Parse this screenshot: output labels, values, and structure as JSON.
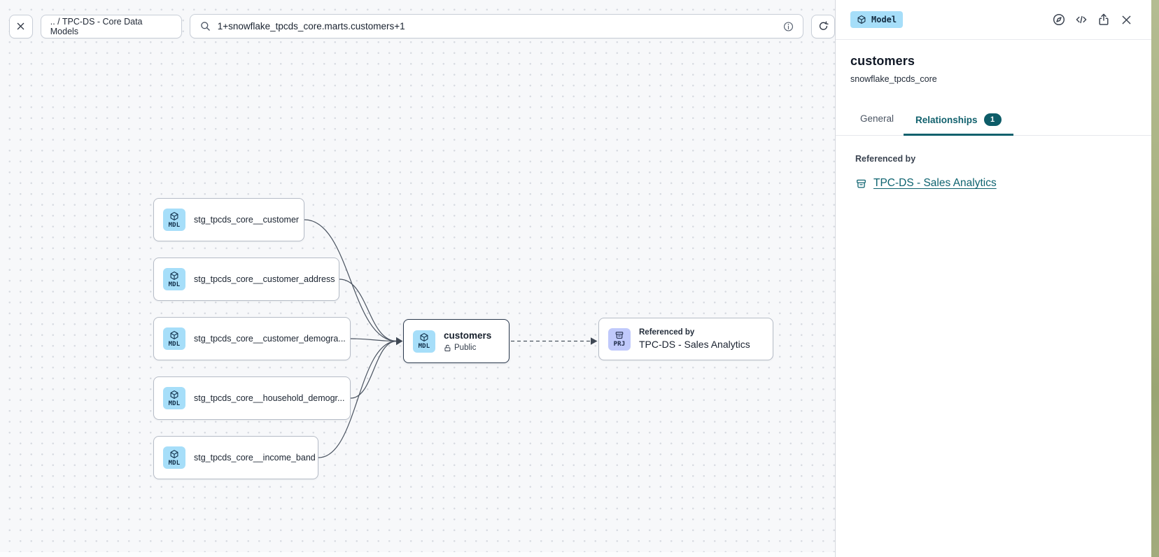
{
  "toolbar": {
    "breadcrumb": ".. / TPC-DS - Core Data Models",
    "search_value": "1+snowflake_tpcds_core.marts.customers+1"
  },
  "graph": {
    "sources": [
      {
        "type": "MDL",
        "label": "stg_tpcds_core__customer"
      },
      {
        "type": "MDL",
        "label": "stg_tpcds_core__customer_address"
      },
      {
        "type": "MDL",
        "label": "stg_tpcds_core__customer_demogra..."
      },
      {
        "type": "MDL",
        "label": "stg_tpcds_core__household_demogr..."
      },
      {
        "type": "MDL",
        "label": "stg_tpcds_core__income_band"
      }
    ],
    "selected": {
      "type": "MDL",
      "label": "customers",
      "access": "Public"
    },
    "target": {
      "type": "PRJ",
      "kicker": "Referenced by",
      "label": "TPC-DS - Sales Analytics"
    }
  },
  "panel": {
    "type_badge": "Model",
    "title": "customers",
    "subtitle": "snowflake_tpcds_core",
    "tabs": {
      "general": "General",
      "relationships": "Relationships",
      "relationships_count": "1"
    },
    "referenced_by": {
      "label": "Referenced by",
      "link": "TPC-DS - Sales Analytics"
    }
  },
  "colors": {
    "accent_teal": "#11616d",
    "count_badge_bg": "#0d5c68",
    "model_icon_bg": "#a6def9",
    "project_icon_bg": "#c0c9fb",
    "edge": "#4a5360",
    "canvas_bg": "#f7f8fa",
    "canvas_dot": "#d8dbe1",
    "node_border": "#b6bcc7",
    "selected_node_border": "#2c3a4e"
  }
}
